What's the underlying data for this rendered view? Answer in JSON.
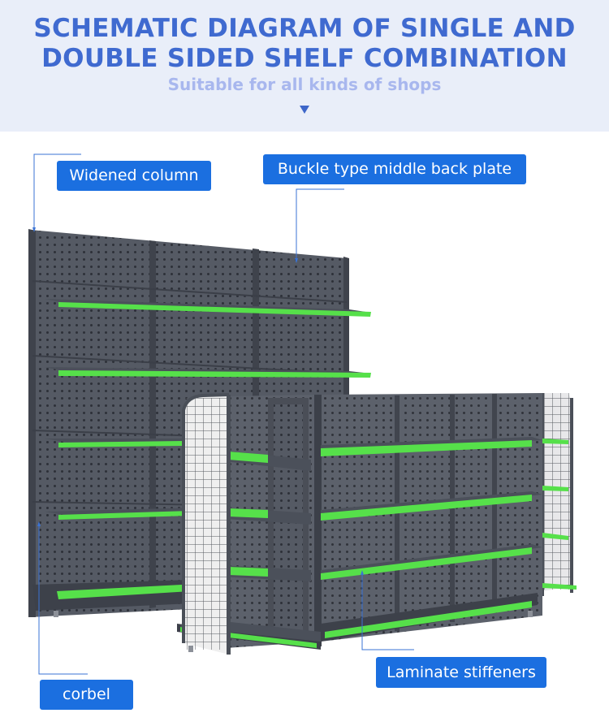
{
  "header": {
    "title_line1": "SCHEMATIC DIAGRAM OF SINGLE AND",
    "title_line2": "DOUBLE SIDED SHELF COMBINATION",
    "subtitle": "Suitable for all kinds of shops"
  },
  "callouts": {
    "widened_column": "Widened column",
    "buckle_back_plate": "Buckle type middle back plate",
    "laminate_stiffeners": "Laminate stiffeners",
    "corbel": "corbel"
  },
  "colors": {
    "title": "#3f6ad0",
    "subtitle": "#a8b7ee",
    "header_bg": "#e9eef9",
    "label_bg": "#1b6fe0",
    "shelf_frame": "#4a4f5a",
    "shelf_panel": "#5a5f69",
    "accent_green": "#56e04a",
    "leader_line": "#3a73d6"
  }
}
